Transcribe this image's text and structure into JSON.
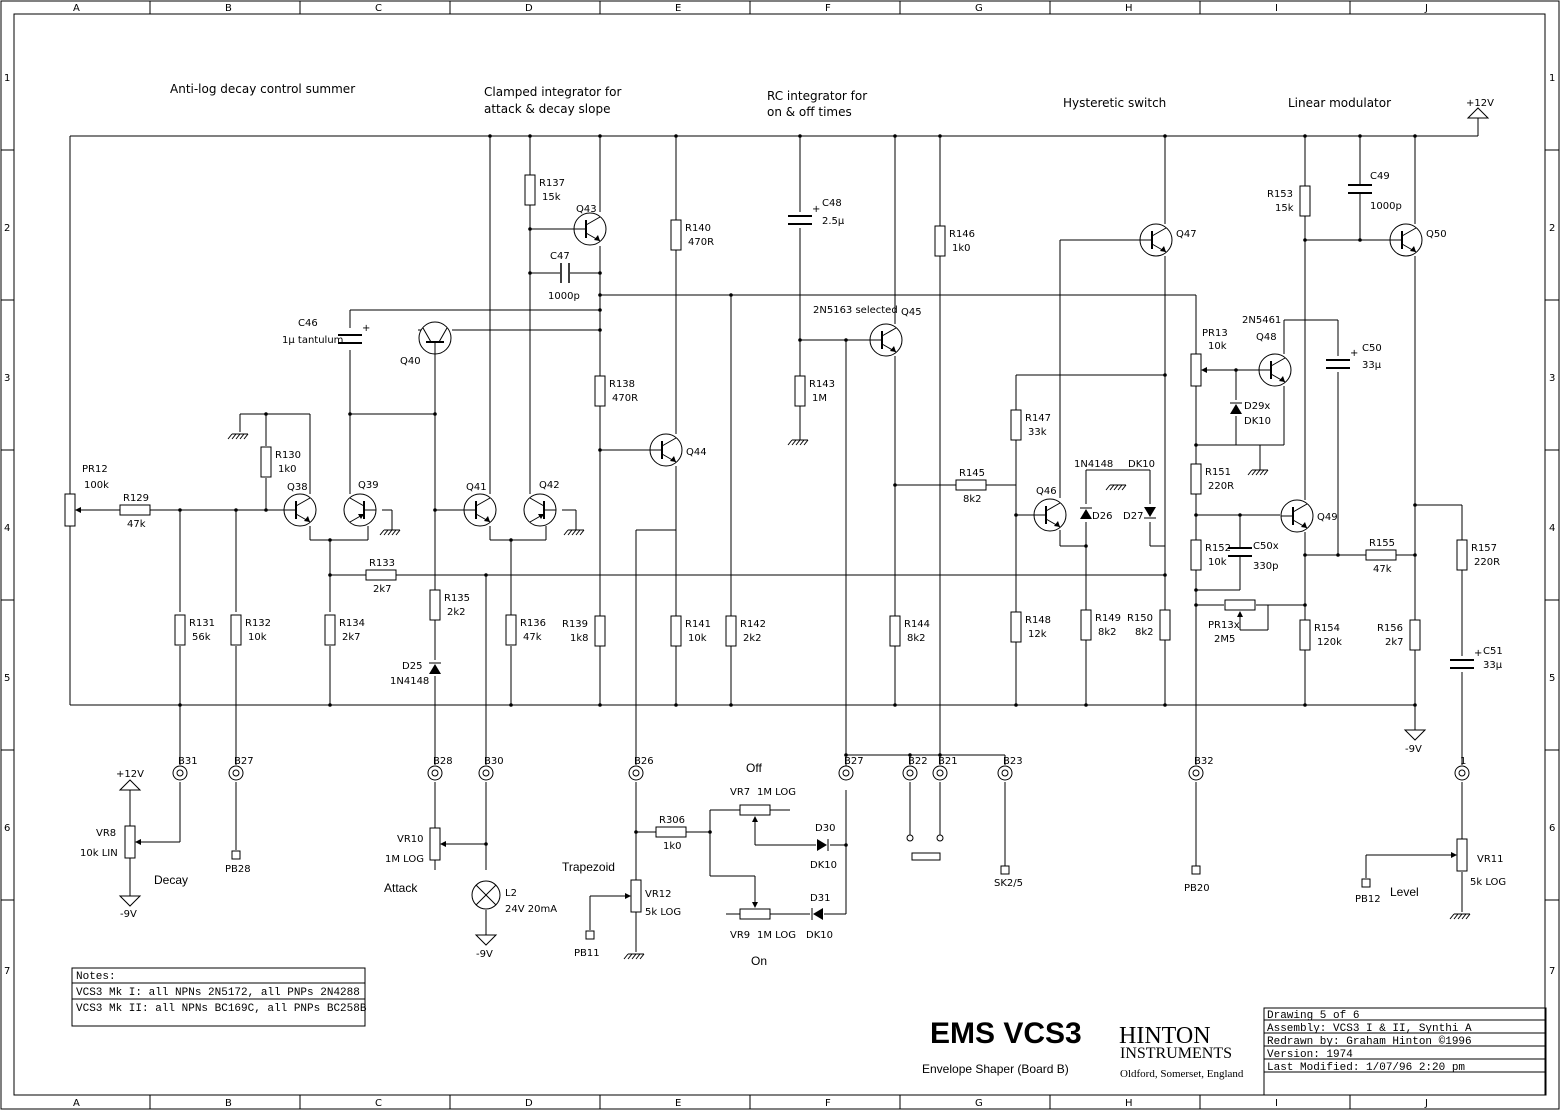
{
  "border": {
    "columns": [
      "A",
      "B",
      "C",
      "D",
      "E",
      "F",
      "G",
      "H",
      "I",
      "J"
    ],
    "rows": [
      "1",
      "2",
      "3",
      "4",
      "5",
      "6",
      "7"
    ]
  },
  "sections": {
    "anti_log": "Anti-log decay control summer",
    "clamped_1": "Clamped integrator for",
    "clamped_2": "attack & decay slope",
    "rc_1": "RC integrator for",
    "rc_2": "on & off times",
    "hysteretic": "Hysteretic switch",
    "linear": "Linear modulator"
  },
  "rails": {
    "pos": "+12V",
    "neg": "-9V"
  },
  "components": [
    {
      "ref": "PR12",
      "val": "100k"
    },
    {
      "ref": "R129",
      "val": "47k"
    },
    {
      "ref": "R130",
      "val": "1k0"
    },
    {
      "ref": "R131",
      "val": "56k"
    },
    {
      "ref": "R132",
      "val": "10k"
    },
    {
      "ref": "R133",
      "val": "2k7"
    },
    {
      "ref": "R134",
      "val": "2k7"
    },
    {
      "ref": "R135",
      "val": "2k2"
    },
    {
      "ref": "R136",
      "val": "47k"
    },
    {
      "ref": "R137",
      "val": "15k"
    },
    {
      "ref": "R138",
      "val": "470R"
    },
    {
      "ref": "R139",
      "val": "1k8"
    },
    {
      "ref": "R140",
      "val": "470R"
    },
    {
      "ref": "R141",
      "val": "10k"
    },
    {
      "ref": "R142",
      "val": "2k2"
    },
    {
      "ref": "R143",
      "val": "1M"
    },
    {
      "ref": "R144",
      "val": "8k2"
    },
    {
      "ref": "R145",
      "val": "8k2"
    },
    {
      "ref": "R146",
      "val": "1k0"
    },
    {
      "ref": "R147",
      "val": "33k"
    },
    {
      "ref": "R148",
      "val": "12k"
    },
    {
      "ref": "R149",
      "val": "8k2"
    },
    {
      "ref": "R150",
      "val": "8k2"
    },
    {
      "ref": "R151",
      "val": "220R"
    },
    {
      "ref": "R152",
      "val": "10k"
    },
    {
      "ref": "R153",
      "val": "15k"
    },
    {
      "ref": "R154",
      "val": "120k"
    },
    {
      "ref": "R155",
      "val": "47k"
    },
    {
      "ref": "R156",
      "val": "2k7"
    },
    {
      "ref": "R157",
      "val": "220R"
    },
    {
      "ref": "R306",
      "val": "1k0"
    },
    {
      "ref": "PR13",
      "val": "10k"
    },
    {
      "ref": "PR13x",
      "val": "2M5"
    },
    {
      "ref": "C46",
      "val": "1µ tantulum"
    },
    {
      "ref": "C47",
      "val": "1000p"
    },
    {
      "ref": "C48",
      "val": "2.5µ"
    },
    {
      "ref": "C49",
      "val": "1000p"
    },
    {
      "ref": "C50",
      "val": "33µ"
    },
    {
      "ref": "C50x",
      "val": "330p"
    },
    {
      "ref": "C51",
      "val": "33µ"
    },
    {
      "ref": "D25",
      "val": "1N4148"
    },
    {
      "ref": "D29x",
      "val": "DK10"
    },
    {
      "ref": "D30",
      "val": "DK10"
    },
    {
      "ref": "D31",
      "val": "DK10"
    },
    {
      "ref": "L2",
      "val": "24V 20mA"
    },
    {
      "ref": "VR7",
      "val": "1M LOG"
    },
    {
      "ref": "VR8",
      "val": "10k LIN"
    },
    {
      "ref": "VR9",
      "val": "1M LOG"
    },
    {
      "ref": "VR10",
      "val": "1M LOG"
    },
    {
      "ref": "VR11",
      "val": "5k LOG"
    },
    {
      "ref": "VR12",
      "val": "5k LOG"
    }
  ],
  "transistors": [
    "Q38",
    "Q39",
    "Q40",
    "Q41",
    "Q42",
    "Q43",
    "Q44",
    "Q45",
    "Q46",
    "Q47",
    "Q48",
    "Q49",
    "Q50"
  ],
  "misc": {
    "q45_note": "2N5163 selected",
    "q48_note": "2N5461",
    "d_1n4148": "1N4148",
    "d_dk10": "DK10",
    "d26": "D26",
    "d27": "D27",
    "pb28": "PB28",
    "pb11": "PB11",
    "pb20": "PB20",
    "pb12": "PB12",
    "sk25": "SK2/5"
  },
  "pins": [
    "B31",
    "B27",
    "B28",
    "B30",
    "B26",
    "B27",
    "B22",
    "B21",
    "B23",
    "B32",
    "1"
  ],
  "controls": {
    "decay": "Decay",
    "attack": "Attack",
    "trapezoid": "Trapezoid",
    "off": "Off",
    "on": "On",
    "level": "Level"
  },
  "notes": {
    "heading": "Notes:",
    "line1": "VCS3 Mk I:  all NPNs 2N5172, all PNPs 2N4288",
    "line2": "VCS3 Mk II: all NPNs BC169C, all PNPs BC258B"
  },
  "title_block": {
    "title": "EMS VCS3",
    "subtitle": "Envelope Shaper (Board B)",
    "brand_1": "HINTON",
    "brand_2": "INSTRUMENTS",
    "brand_addr": "Oldford, Somerset, England",
    "drawing": "Drawing 5 of 6",
    "assembly": "Assembly: VCS3 I & II, Synthi A",
    "redrawn": "Redrawn by: Graham Hinton ©1996",
    "version": "Version: 1974",
    "modified": "Last Modified: 1/07/96  2:20 pm"
  }
}
